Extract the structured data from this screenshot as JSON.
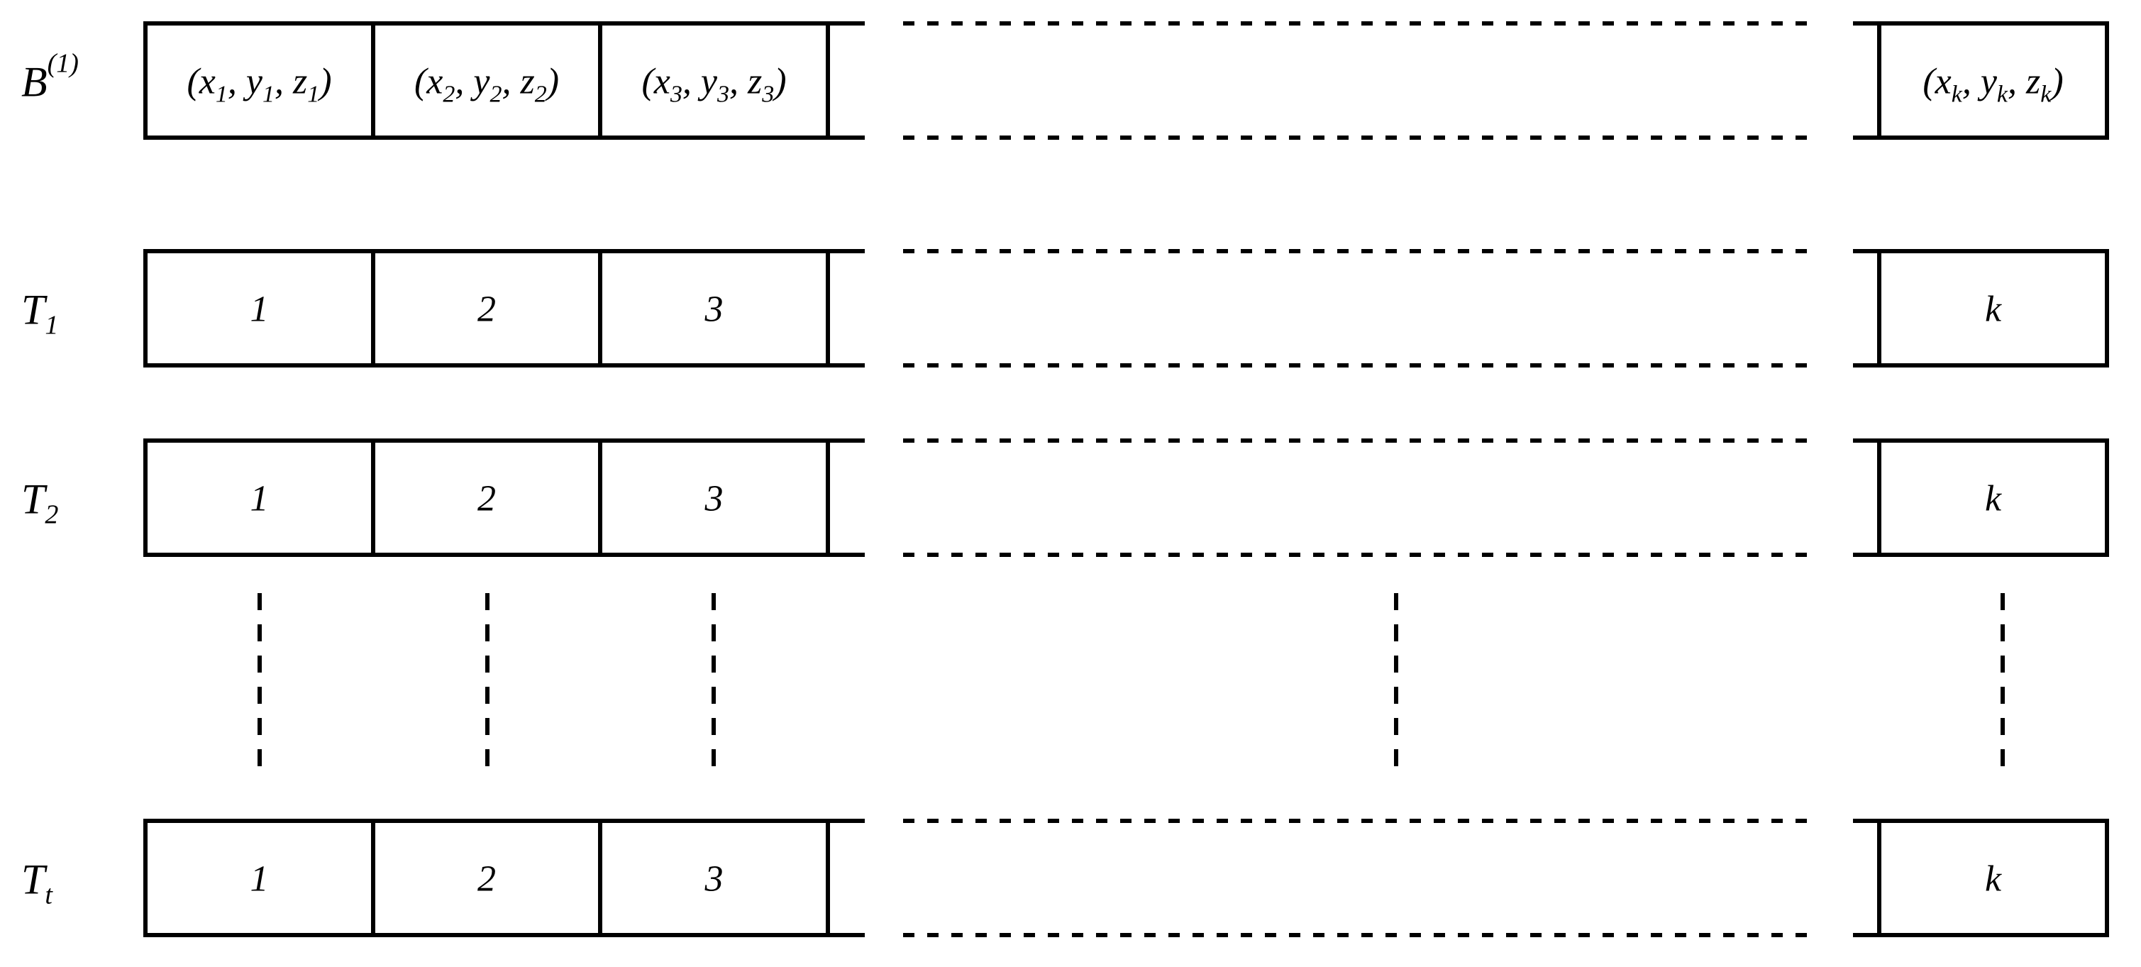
{
  "colors": {
    "stroke": "#000000",
    "background": "#ffffff"
  },
  "rows": [
    {
      "label": {
        "base": "B",
        "sup": "(1)"
      },
      "cells": [
        [
          {
            "t": "(x"
          },
          {
            "sub": "1"
          },
          {
            "t": ", y"
          },
          {
            "sub": "1"
          },
          {
            "t": ", z"
          },
          {
            "sub": "1"
          },
          {
            "t": ")"
          }
        ],
        [
          {
            "t": "(x"
          },
          {
            "sub": "2"
          },
          {
            "t": ", y"
          },
          {
            "sub": "2"
          },
          {
            "t": ", z"
          },
          {
            "sub": "2"
          },
          {
            "t": ")"
          }
        ],
        [
          {
            "t": "(x"
          },
          {
            "sub": "3"
          },
          {
            "t": ", y"
          },
          {
            "sub": "3"
          },
          {
            "t": ", z"
          },
          {
            "sub": "3"
          },
          {
            "t": ")"
          }
        ]
      ],
      "last_cell": [
        {
          "t": "(x"
        },
        {
          "sub": "k"
        },
        {
          "t": ", y"
        },
        {
          "sub": "k"
        },
        {
          "t": ", z"
        },
        {
          "sub": "k"
        },
        {
          "t": ")"
        }
      ]
    },
    {
      "label": {
        "base": "T",
        "sub": "1"
      },
      "cells": [
        [
          {
            "t": "1"
          }
        ],
        [
          {
            "t": "2"
          }
        ],
        [
          {
            "t": "3"
          }
        ]
      ],
      "last_cell": [
        {
          "t": "k"
        }
      ]
    },
    {
      "label": {
        "base": "T",
        "sub": "2"
      },
      "cells": [
        [
          {
            "t": "1"
          }
        ],
        [
          {
            "t": "2"
          }
        ],
        [
          {
            "t": "3"
          }
        ]
      ],
      "last_cell": [
        {
          "t": "k"
        }
      ]
    },
    {
      "label": {
        "base": "T",
        "sub": "t"
      },
      "cells": [
        [
          {
            "t": "1"
          }
        ],
        [
          {
            "t": "2"
          }
        ],
        [
          {
            "t": "3"
          }
        ]
      ],
      "last_cell": [
        {
          "t": "k"
        }
      ]
    }
  ]
}
